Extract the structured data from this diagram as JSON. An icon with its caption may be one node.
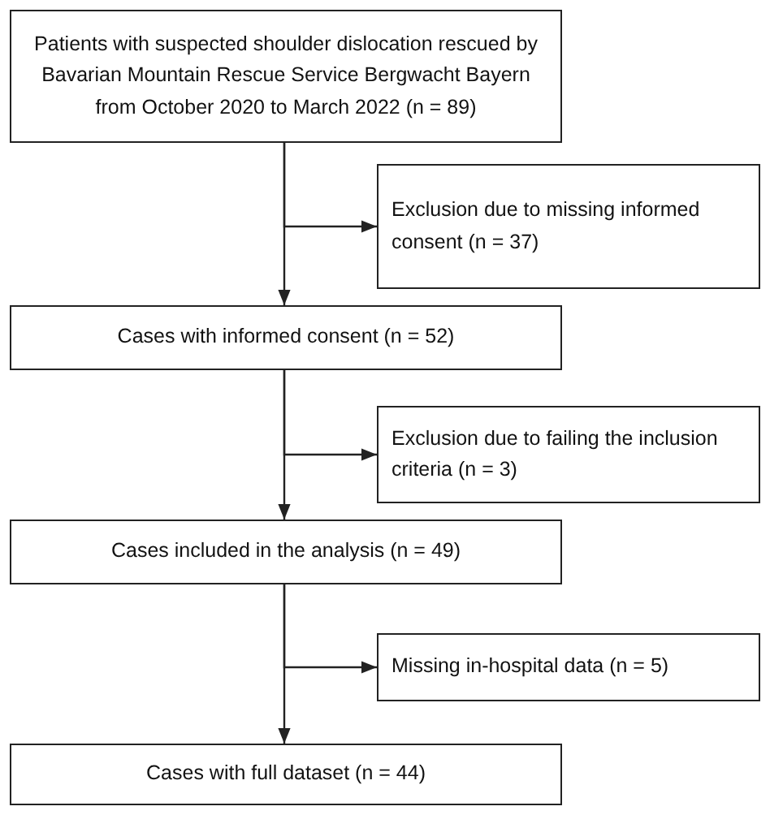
{
  "diagram": {
    "nodes": [
      {
        "text": [
          "Patients with suspected shoulder dislocation rescued by Bavarian Mountain Rescue Service Bergwacht Bayern from October 2020 to March 2022 (n = 89)"
        ]
      },
      {
        "text": [
          "Exclusion due to missing informed consent (n = 37)"
        ]
      },
      {
        "text": [
          "Cases with informed consent (n = 52)"
        ]
      },
      {
        "text": [
          "Exclusion due to failing the inclusion criteria (n = 3)"
        ]
      },
      {
        "text": [
          "Cases included in the analysis (n = 49)"
        ]
      },
      {
        "text": [
          "Missing in-hospital data (n = 5)"
        ]
      },
      {
        "text": [
          "Cases with full dataset (n = 44)"
        ]
      }
    ],
    "edges": [
      {
        "from": 0,
        "to": 2,
        "arrow": "to"
      },
      {
        "from": 0,
        "to": 1,
        "arrow": "to"
      },
      {
        "from": 2,
        "to": 4,
        "arrow": "to"
      },
      {
        "from": 2,
        "to": 3,
        "arrow": "to"
      },
      {
        "from": 4,
        "to": 6,
        "arrow": "to"
      },
      {
        "from": 4,
        "to": 5,
        "arrow": "to"
      }
    ]
  }
}
